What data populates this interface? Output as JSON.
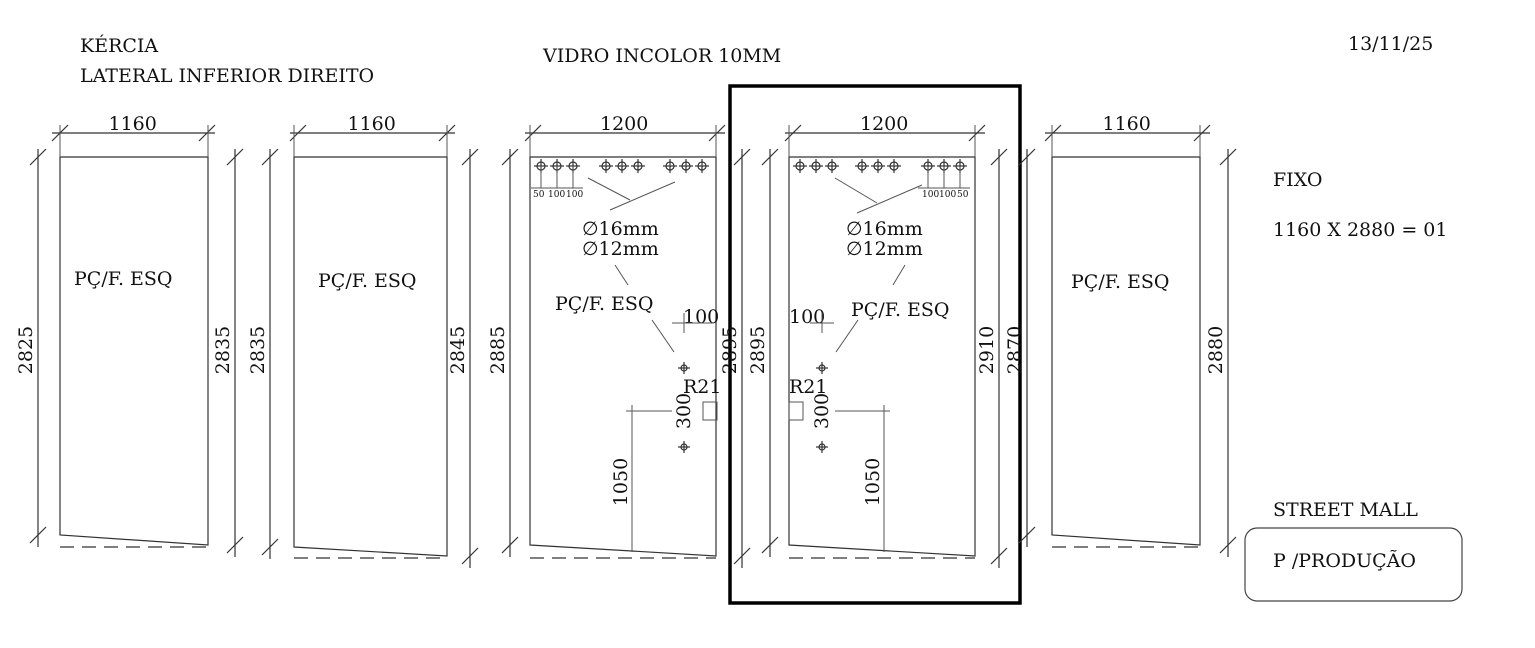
{
  "header": {
    "client": "KÉRCIA",
    "location": "LATERAL INFERIOR  DIREITO",
    "material": "VIDRO INCOLOR  10MM",
    "date": "13/11/25"
  },
  "panels": [
    {
      "width": "1160",
      "left_height": "2825",
      "right_height": "2835",
      "label": "PÇ/F. ESQ"
    },
    {
      "width": "1160",
      "left_height": "2835",
      "right_height": "2845",
      "label": "PÇ/F. ESQ"
    },
    {
      "width": "1200",
      "left_height": "2885",
      "right_height": "2895",
      "label": "PÇ/F. ESQ",
      "holes_top": "∅16mm",
      "holes_side": "∅12mm",
      "spacing": [
        "50",
        "100",
        "100"
      ],
      "offset": "100",
      "radius": "R21",
      "hole_gap": "300",
      "height_to_lock": "1050"
    },
    {
      "width": "1200",
      "left_height": "2895",
      "right_height": "2910",
      "label": "PÇ/F. ESQ",
      "holes_top": "∅16mm",
      "holes_side": "∅12mm",
      "spacing": [
        "100",
        "100",
        "50"
      ],
      "offset": "100",
      "radius": "R21",
      "hole_gap": "300",
      "height_to_lock": "1050"
    },
    {
      "width": "1160",
      "left_height": "2870",
      "right_height": "2880",
      "label": "PÇ/F. ESQ"
    }
  ],
  "side": {
    "type": "FIXO",
    "quantity": "1160 X 2880 = 01",
    "project": "STREET MALL",
    "stamp": "P /PRODUÇÃO"
  }
}
